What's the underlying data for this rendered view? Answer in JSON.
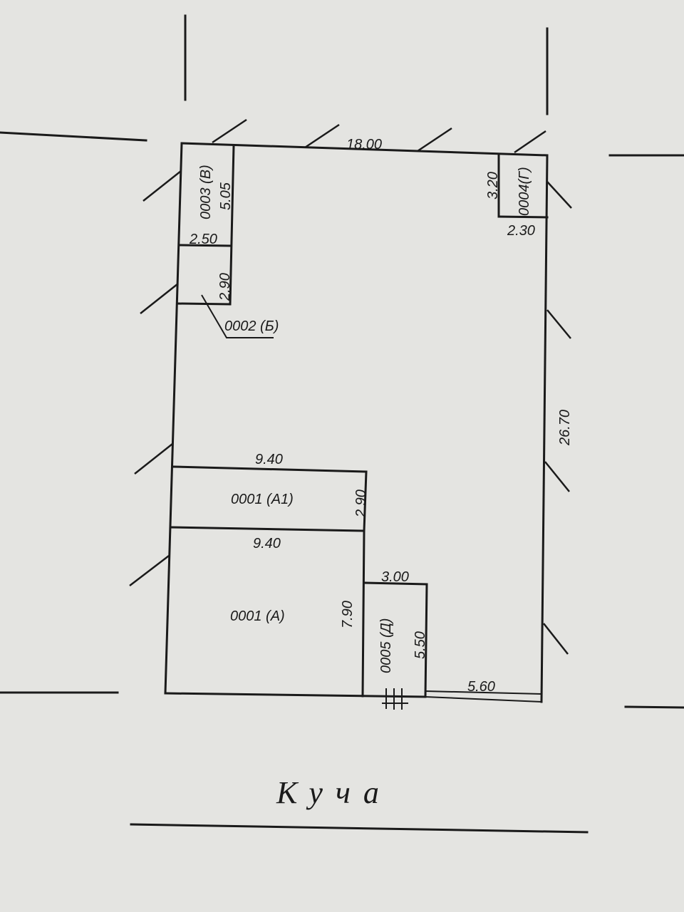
{
  "plot": {
    "top_width": "18.00",
    "right_length": "26.70"
  },
  "buildings": [
    {
      "id": "0001 (А)",
      "width": "9.40",
      "depth": "7.90"
    },
    {
      "id": "0001 (А1)",
      "width": "9.40",
      "depth": "2.90"
    },
    {
      "id": "0002 (Б)",
      "width": "2.50",
      "depth": "2.90"
    },
    {
      "id": "0003 (В)",
      "depth": "5.05"
    },
    {
      "id": "0004(Г)",
      "width": "2.30",
      "depth": "3.20"
    },
    {
      "id": "0005 (Д)",
      "width": "3.00",
      "depth": "5.50"
    }
  ],
  "gate_width": "5.60",
  "street_label": "Куча"
}
